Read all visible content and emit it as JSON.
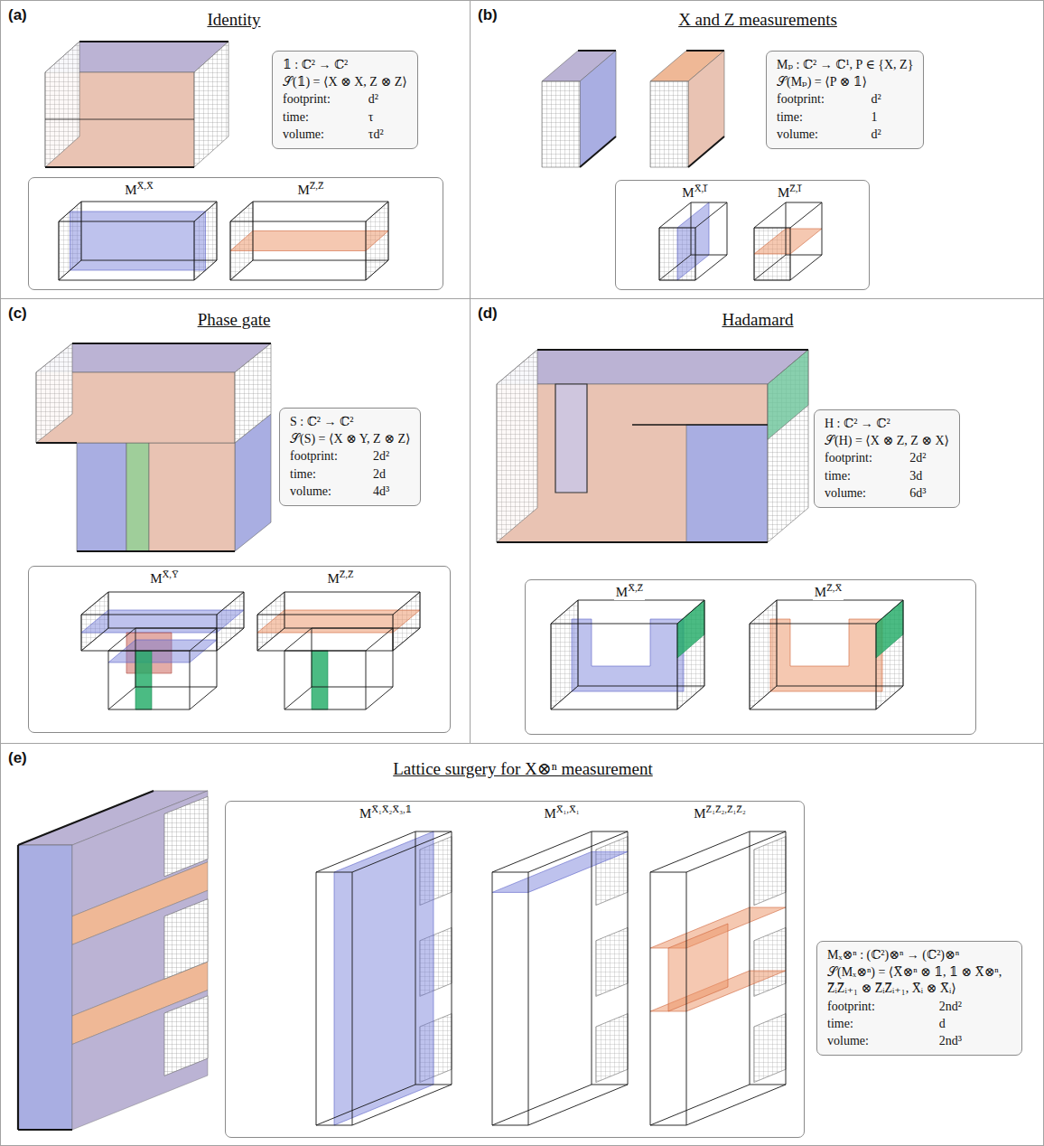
{
  "diagram": {
    "nodes": [
      {
        "text": [
          "(a)",
          "Identity"
        ]
      },
      {
        "text": [
          "𝟙 : ℂ² → ℂ²",
          "𝒮(𝟙) = ⟨X ⊗ X, Z ⊗ Z⟩",
          "footprint:",
          "d²",
          "time:",
          "τ",
          "volume:",
          "τd²"
        ],
        "in": 0
      },
      {
        "text": [
          "MX̅,X̅",
          "MZ̅,Z̅"
        ],
        "in": 0
      },
      {
        "text": [
          "(b)",
          "X and Z measurements"
        ]
      },
      {
        "text": [
          "Mₚ : ℂ² → ℂ¹,   P ∈ {X, Z}",
          "𝒮(Mₚ) = ⟨P ⊗ 𝟙⟩",
          "footprint:",
          "d²",
          "time:",
          "1",
          "volume:",
          "d²"
        ],
        "in": 3
      },
      {
        "text": [
          "MX̅,I̅",
          "MZ̅,I̅"
        ],
        "in": 3
      },
      {
        "text": [
          "(c)",
          "Phase gate"
        ]
      },
      {
        "text": [
          "S : ℂ² → ℂ²",
          "𝒮(S) = ⟨X ⊗ Y, Z ⊗ Z⟩",
          "footprint:",
          "2d²",
          "time:",
          "2d",
          "volume:",
          "4d³"
        ],
        "in": 6
      },
      {
        "text": [
          "MX̅,Y̅",
          "MZ̅,Z̅"
        ],
        "in": 6
      },
      {
        "text": [
          "(d)",
          "Hadamard"
        ]
      },
      {
        "text": [
          "H : ℂ² → ℂ²",
          "𝒮(H) = ⟨X ⊗ Z, Z ⊗ X⟩",
          "footprint:",
          "2d²",
          "time:",
          "3d",
          "volume:",
          "6d³"
        ],
        "in": 9
      },
      {
        "text": [
          "MX̅,Z̅",
          "MZ̅,X̅"
        ],
        "in": 9
      },
      {
        "text": [
          "(e)",
          "Lattice surgery for X⊗ⁿ measurement"
        ]
      },
      {
        "text": [
          "MX̅₁X̅₂X̅₃,𝟙",
          "MX̅₁,X̅₁",
          "MZ̅₁Z̅₂,Z̅₁Z̅₂"
        ],
        "in": 12
      },
      {
        "text": [
          "Mₓ⊗ⁿ : (ℂ²)⊗ⁿ → (ℂ²)⊗ⁿ",
          "𝒮(Mₓ⊗ⁿ) = ⟨X̅⊗ⁿ ⊗ 𝟙, 𝟙 ⊗ X̅⊗ⁿ, Z̅ᵢZ̅ᵢ₊₁ ⊗ Z̅ᵢZ̅ᵢ₊₁, X̅ᵢ ⊗ X̅ᵢ⟩",
          "footprint:",
          "2nd²",
          "time:",
          "d",
          "volume:",
          "2nd³"
        ],
        "in": 12
      }
    ]
  }
}
